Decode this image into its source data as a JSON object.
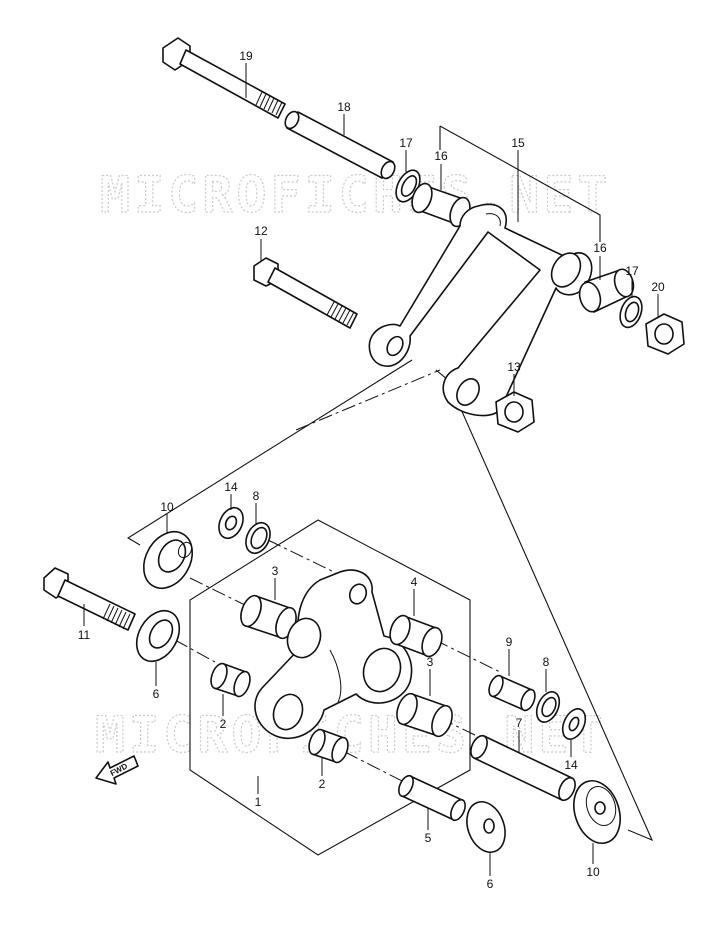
{
  "watermark": {
    "text_top": "MICROFICHES.NET",
    "text_bottom": "MICROFICHES.NET"
  },
  "fwd_label": "FWD",
  "callouts": [
    {
      "id": "c19",
      "label": "19"
    },
    {
      "id": "c18",
      "label": "18"
    },
    {
      "id": "c17a",
      "label": "17"
    },
    {
      "id": "c16a",
      "label": "16"
    },
    {
      "id": "c15",
      "label": "15"
    },
    {
      "id": "c16b",
      "label": "16"
    },
    {
      "id": "c17b",
      "label": "17"
    },
    {
      "id": "c20",
      "label": "20"
    },
    {
      "id": "c12",
      "label": "12"
    },
    {
      "id": "c13",
      "label": "13"
    },
    {
      "id": "c14a",
      "label": "14"
    },
    {
      "id": "c8a",
      "label": "8"
    },
    {
      "id": "c10a",
      "label": "10"
    },
    {
      "id": "c3a",
      "label": "3"
    },
    {
      "id": "c4",
      "label": "4"
    },
    {
      "id": "c11",
      "label": "11"
    },
    {
      "id": "c9",
      "label": "9"
    },
    {
      "id": "c8b",
      "label": "8"
    },
    {
      "id": "c3b",
      "label": "3"
    },
    {
      "id": "c6a",
      "label": "6"
    },
    {
      "id": "c2a",
      "label": "2"
    },
    {
      "id": "c7",
      "label": "7"
    },
    {
      "id": "c14b",
      "label": "14"
    },
    {
      "id": "c2b",
      "label": "2"
    },
    {
      "id": "c1",
      "label": "1"
    },
    {
      "id": "c5",
      "label": "5"
    },
    {
      "id": "c6b",
      "label": "6"
    },
    {
      "id": "c10b",
      "label": "10"
    }
  ]
}
